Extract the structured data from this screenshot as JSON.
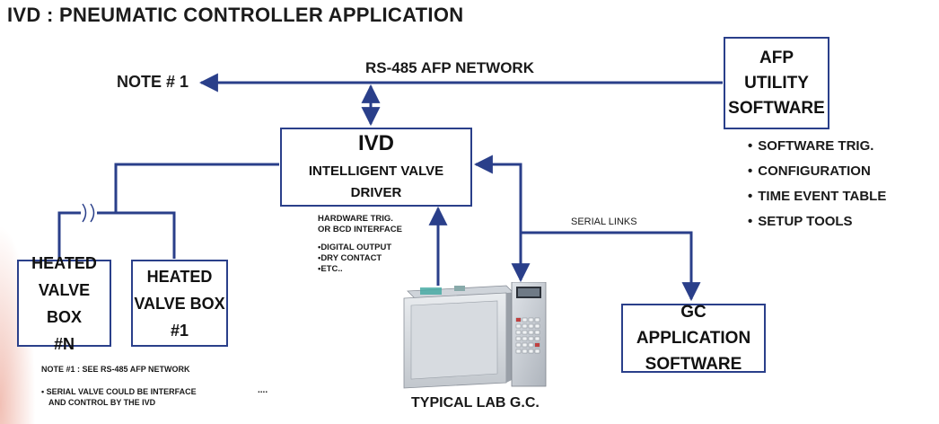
{
  "title": "IVD : PNEUMATIC CONTROLLER APPLICATION",
  "network": {
    "label": "RS-485 AFP NETWORK",
    "note_ref": "NOTE # 1"
  },
  "afp_box": {
    "lines": [
      "AFP",
      "UTILITY",
      "SOFTWARE"
    ]
  },
  "afp_features": [
    "SOFTWARE TRIG.",
    "CONFIGURATION",
    "TIME EVENT TABLE",
    "SETUP TOOLS"
  ],
  "bullet_char": "•",
  "ivd_box": {
    "title": "IVD",
    "subtitle": "INTELLIGENT VALVE DRIVER"
  },
  "hardware_note": {
    "lines": [
      "HARDWARE TRIG.",
      "OR BCD INTERFACE"
    ],
    "items": [
      "•DIGITAL OUTPUT",
      "•DRY CONTACT",
      "•ETC.."
    ]
  },
  "valve_box_n": {
    "lines": [
      "HEATED",
      "VALVE BOX",
      "#N"
    ]
  },
  "valve_box_1": {
    "lines": [
      "HEATED",
      "VALVE BOX",
      "#1"
    ]
  },
  "serial_links": "SERIAL LINKS",
  "gc_app_box": {
    "lines": [
      "GC APPLICATION",
      "SOFTWARE"
    ]
  },
  "gc_label": "TYPICAL LAB G.C.",
  "notes": {
    "note1": "NOTE #1 : SEE RS-485 AFP NETWORK",
    "bullet_lines": [
      "• SERIAL VALVE COULD BE INTERFACE",
      "AND CONTROL BY THE IVD"
    ],
    "ellipsis": "...."
  },
  "colors": {
    "connector": "#2a3f8a",
    "box_border": "#2a3f8a",
    "text": "#1a1a1a"
  }
}
